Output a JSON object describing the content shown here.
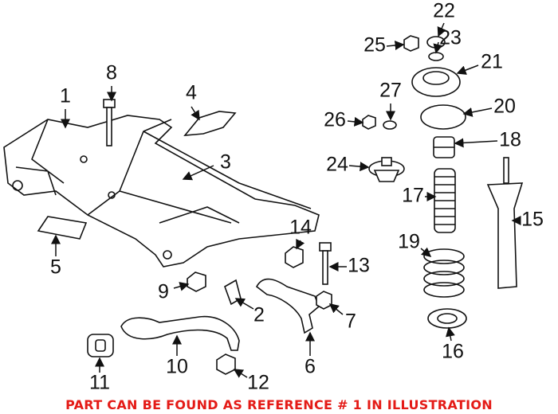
{
  "diagram": {
    "callouts": [
      "1",
      "2",
      "3",
      "4",
      "5",
      "6",
      "7",
      "8",
      "9",
      "10",
      "11",
      "12",
      "13",
      "14",
      "15",
      "16",
      "17",
      "18",
      "19",
      "20",
      "21",
      "22",
      "23",
      "24",
      "25",
      "26",
      "27"
    ],
    "note": "PART CAN BE FOUND AS REFERENCE # 1 IN ILLUSTRATION",
    "note_color": "#e41b17"
  }
}
